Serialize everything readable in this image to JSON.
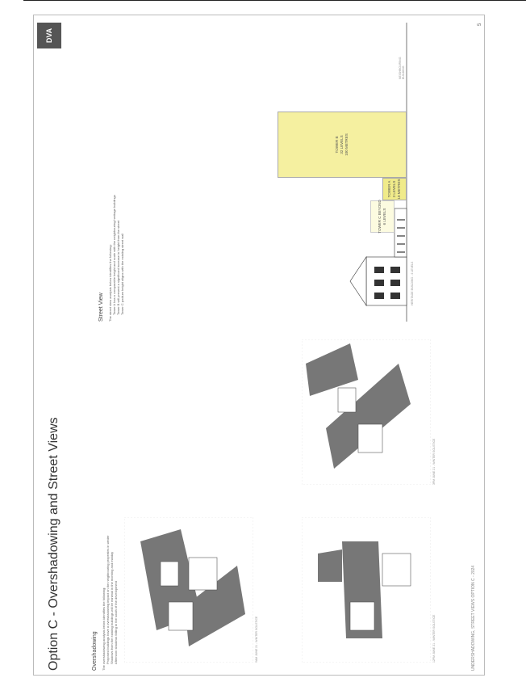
{
  "page": {
    "title": "Option C - Overshadowing and Street Views",
    "logo_text": "DVA",
    "page_number": "5",
    "footer": "UNDERSHADOWING, STREET VIEWS OPTION C - 2024"
  },
  "overshadowing": {
    "heading": "Overshadowing",
    "lines": [
      "The overshadowing analysis below identifies the following:",
      "Proposed buildings have a overshadowing impact on the neighbouring properties in winter",
      "Shadows from the existing buildings will be minimal in the morning and midday",
      "Afternoon shadows falling to the south of the development"
    ],
    "diagram_labels": [
      "9AM JUNE 21 - WINTER SOLSTICE",
      "12PM JUNE 21 - WINTER SOLSTICE",
      "3PM JUNE 21 - WINTER SOLSTICE"
    ]
  },
  "street_view": {
    "heading": "Street View",
    "lines": [
      "The street view analysis below identifies the following:",
      "Tower A has a comparable height and scale with the neighbouring heritage buildings",
      "Tower B will present a significant increase in height from the street",
      "Tower C podium height aligns with the existing street wall"
    ],
    "bars": {
      "tower_b": "TOWER B\n32 LEVELS\n100 METRES",
      "tower_a": "TOWER A\n3 LEVELS\n10 METRES",
      "tower_c": "TOWER C BEYOND\n6 LEVELS"
    },
    "captions": {
      "heritage": "HERITAGE BUILDING - 4 LEVELS",
      "neighbour": "NEIGHBOURING\nBUILDING"
    }
  }
}
